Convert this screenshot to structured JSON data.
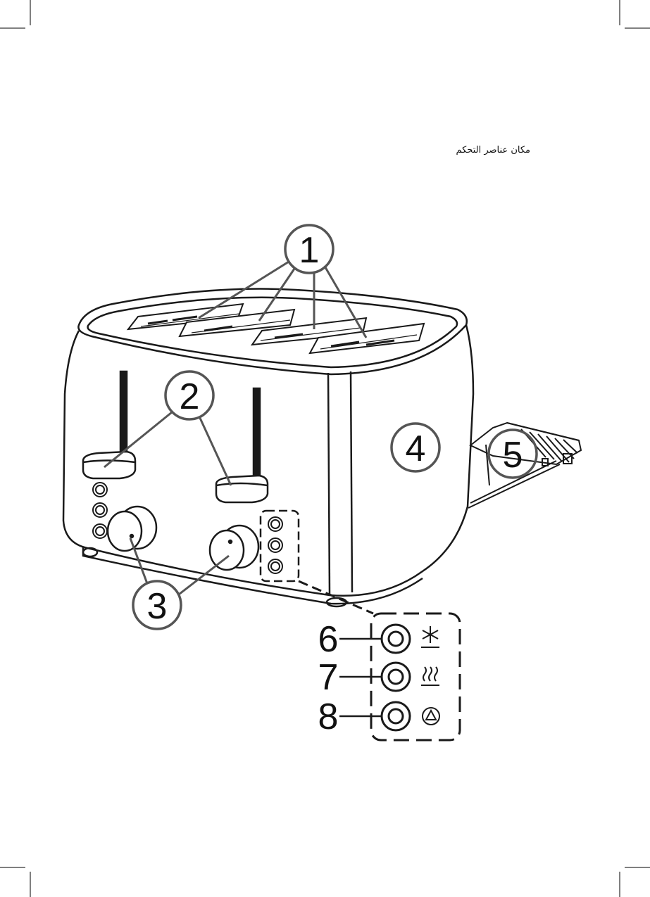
{
  "title": "مكان عناصر التحكم",
  "callouts": {
    "c1": "1",
    "c2": "2",
    "c3": "3",
    "c4": "4",
    "c5": "5",
    "c6": "6",
    "c7": "7",
    "c8": "8"
  },
  "icons": {
    "i6": "snowflake-defrost-icon",
    "i7": "reheat-icon",
    "i8": "cancel-triangle-icon"
  },
  "colors": {
    "line": "#1a1a1a",
    "callout_stroke": "#555555",
    "background": "#ffffff"
  }
}
